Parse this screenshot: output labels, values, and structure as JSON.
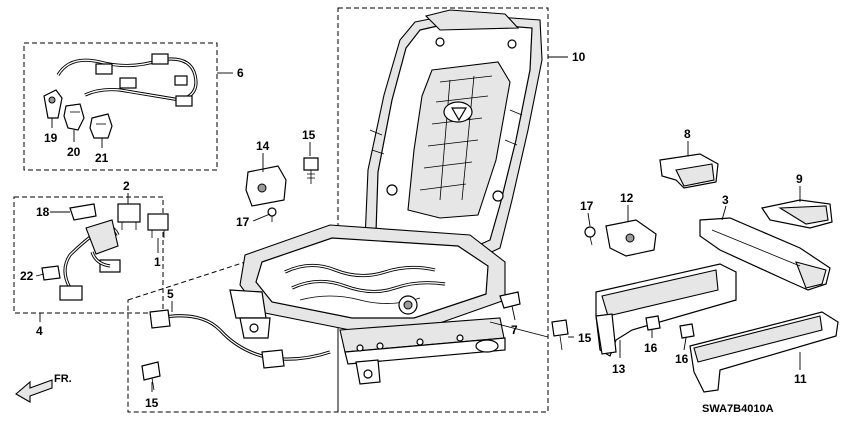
{
  "diagram": {
    "reference_code": "SWA7B4010A",
    "direction_label": "FR.",
    "callouts": [
      {
        "id": "c10",
        "text": "10"
      },
      {
        "id": "c6",
        "text": "6"
      },
      {
        "id": "c19",
        "text": "19"
      },
      {
        "id": "c20",
        "text": "20"
      },
      {
        "id": "c21",
        "text": "21"
      },
      {
        "id": "c14",
        "text": "14"
      },
      {
        "id": "c15a",
        "text": "15"
      },
      {
        "id": "c17a",
        "text": "17"
      },
      {
        "id": "c2",
        "text": "2"
      },
      {
        "id": "c18",
        "text": "18"
      },
      {
        "id": "c1",
        "text": "1"
      },
      {
        "id": "c22",
        "text": "22"
      },
      {
        "id": "c4",
        "text": "4"
      },
      {
        "id": "c5",
        "text": "5"
      },
      {
        "id": "c15b",
        "text": "15"
      },
      {
        "id": "c8",
        "text": "8"
      },
      {
        "id": "c9",
        "text": "9"
      },
      {
        "id": "c3",
        "text": "3"
      },
      {
        "id": "c17b",
        "text": "17"
      },
      {
        "id": "c12",
        "text": "12"
      },
      {
        "id": "c7",
        "text": "7"
      },
      {
        "id": "c15c",
        "text": "15"
      },
      {
        "id": "c13",
        "text": "13"
      },
      {
        "id": "c16a",
        "text": "16"
      },
      {
        "id": "c16b",
        "text": "16"
      },
      {
        "id": "c11",
        "text": "11"
      }
    ]
  }
}
